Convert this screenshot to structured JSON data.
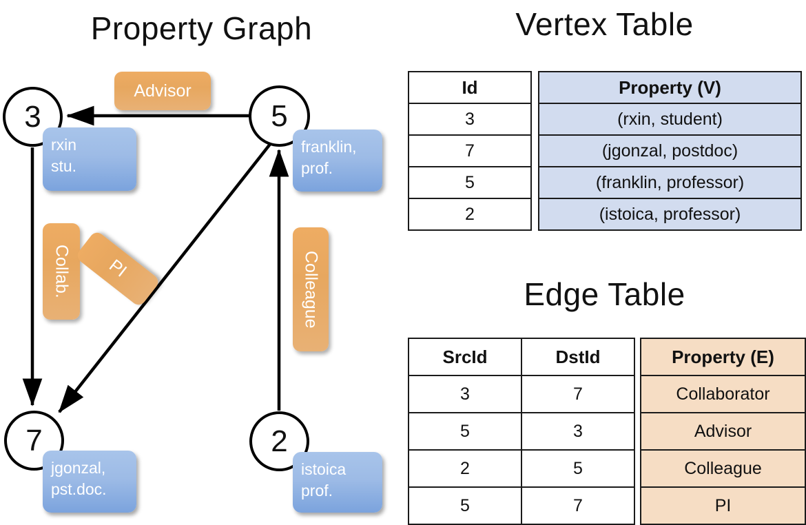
{
  "titles": {
    "property_graph": "Property Graph",
    "vertex_table": "Vertex Table",
    "edge_table": "Edge Table"
  },
  "graph": {
    "nodes": [
      {
        "id": "3",
        "property_lines": [
          "rxin",
          "stu."
        ]
      },
      {
        "id": "5",
        "property_lines": [
          "franklin,",
          "prof."
        ]
      },
      {
        "id": "7",
        "property_lines": [
          "jgonzal,",
          "pst.doc."
        ]
      },
      {
        "id": "2",
        "property_lines": [
          "istoica",
          "prof."
        ]
      }
    ],
    "edge_labels": [
      {
        "label": "Advisor",
        "orientation": "horizontal"
      },
      {
        "label": "Collab.",
        "orientation": "vertical"
      },
      {
        "label": "PI",
        "orientation": "rotated"
      },
      {
        "label": "Colleague",
        "orientation": "vertical"
      }
    ],
    "edges": [
      {
        "src": "5",
        "dst": "3",
        "label": "Advisor"
      },
      {
        "src": "3",
        "dst": "7",
        "label": "Collab."
      },
      {
        "src": "5",
        "dst": "7",
        "label": "PI"
      },
      {
        "src": "2",
        "dst": "5",
        "label": "Colleague"
      }
    ]
  },
  "vertex_table": {
    "headers": [
      "Id",
      "Property (V)"
    ],
    "rows": [
      {
        "id": "3",
        "property": "(rxin, student)"
      },
      {
        "id": "7",
        "property": "(jgonzal, postdoc)"
      },
      {
        "id": "5",
        "property": "(franklin, professor)"
      },
      {
        "id": "2",
        "property": "(istoica, professor)"
      }
    ]
  },
  "edge_table": {
    "headers": [
      "SrcId",
      "DstId",
      "Property (E)"
    ],
    "rows": [
      {
        "src": "3",
        "dst": "7",
        "property": "Collaborator"
      },
      {
        "src": "5",
        "dst": "3",
        "property": "Advisor"
      },
      {
        "src": "2",
        "dst": "5",
        "property": "Colleague"
      },
      {
        "src": "5",
        "dst": "7",
        "property": "PI"
      }
    ]
  },
  "colors": {
    "vertex_property_fill": "#d2dcef",
    "edge_property_fill": "#f6ddc4",
    "node_property_box": "#9dbbe6",
    "edge_label_box": "#e7a75f",
    "stroke": "#000000"
  }
}
